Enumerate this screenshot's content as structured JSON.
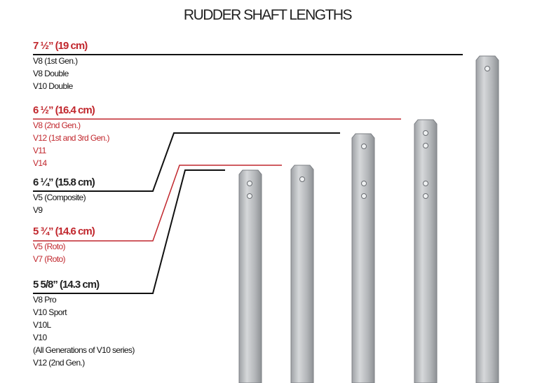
{
  "title": "RUDDER SHAFT LENGTHS",
  "groups": [
    {
      "heading": "7 ½” (19 cm)",
      "color": "#c1272d",
      "items": [
        "V8 (1st Gen.)",
        "V8 Double",
        "V10 Double"
      ],
      "items_color": "#111111"
    },
    {
      "heading": "6 ½” (16.4 cm)",
      "color": "#c1272d",
      "items": [
        "V8 (2nd Gen.)",
        "V12 (1st and 3rd Gen.)",
        "V11",
        "V14"
      ],
      "items_color": "#c1272d"
    },
    {
      "heading": "6 ¼” (15.8 cm)",
      "color": "#222222",
      "items": [
        "V5 (Composite)",
        "V9"
      ],
      "items_color": "#111111"
    },
    {
      "heading": "5 ¾” (14.6 cm)",
      "color": "#c1272d",
      "items": [
        "V5 (Roto)",
        "V7 (Roto)"
      ],
      "items_color": "#c1272d"
    },
    {
      "heading": "5 5/8” (14.3 cm)",
      "color": "#222222",
      "items": [
        "V8 Pro",
        "V10 Sport",
        "V10L",
        "V10",
        "(All Generations of V10 series)",
        "V12 (2nd Gen.)"
      ],
      "items_color": "#111111"
    }
  ],
  "colors": {
    "red": "#c1272d",
    "black": "#111111",
    "shaft_fill": "#b9bbbe",
    "shaft_stroke": "#7d8085"
  }
}
